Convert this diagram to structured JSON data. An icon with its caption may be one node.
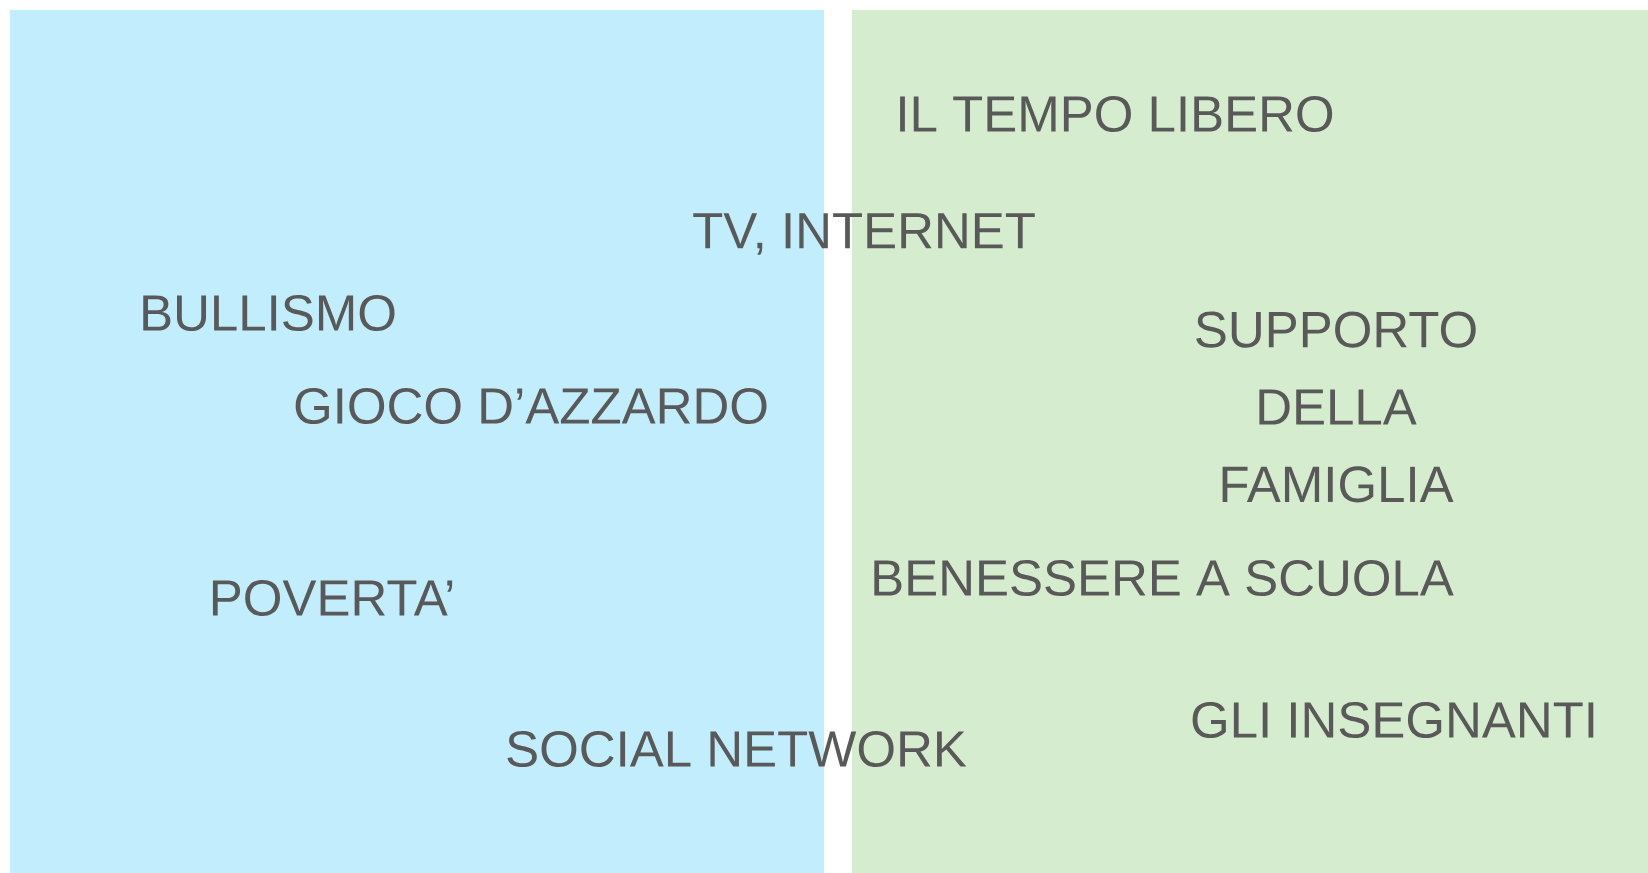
{
  "diagram": {
    "labels": [
      "IL TEMPO LIBERO",
      "TV, INTERNET",
      "BULLISMO",
      "SUPPORTO DELLA FAMIGLIA",
      "GIOCO D’AZZARDO",
      "BENESSERE A SCUOLA",
      "POVERTA’",
      "GLI INSEGNANTI",
      "SOCIAL NETWORK"
    ]
  }
}
